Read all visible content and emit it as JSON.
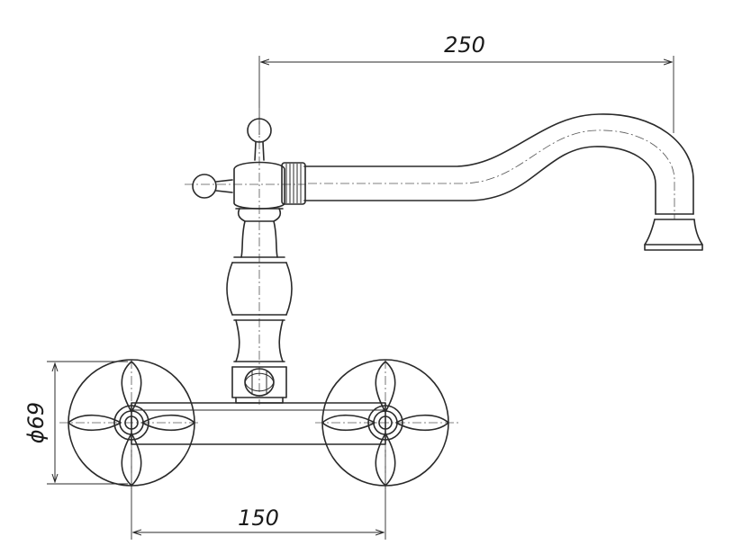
{
  "dimensions": {
    "spout_reach": "250",
    "center_distance": "150",
    "rosette_diameter": "ϕ69"
  }
}
